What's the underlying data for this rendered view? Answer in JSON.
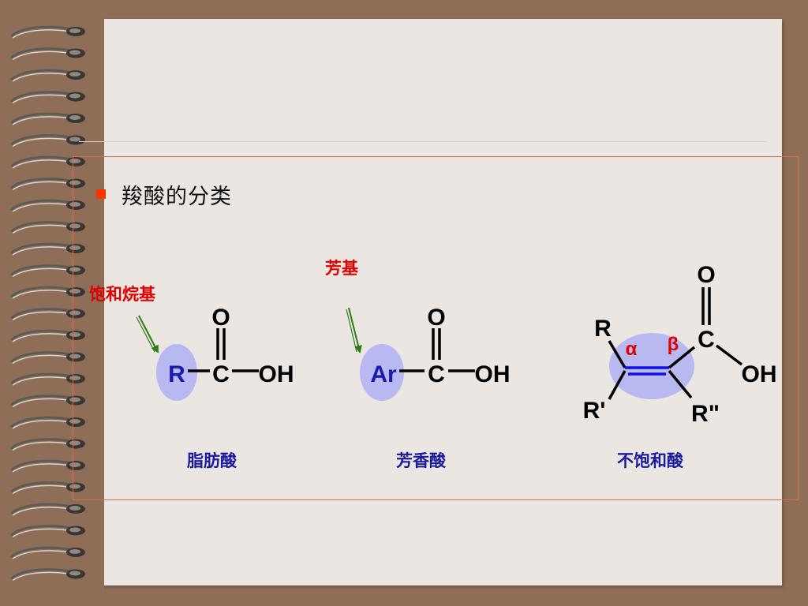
{
  "slide": {
    "heading": "羧酸的分类",
    "labels": {
      "saturated_alkyl": "饱和烷基",
      "aryl": "芳基",
      "fatty_acid": "脂肪酸",
      "aromatic_acid": "芳香酸",
      "unsaturated_acid": "不饱和酸"
    },
    "structures": {
      "aliphatic": {
        "r": "R",
        "c": "C",
        "o": "O",
        "oh": "OH"
      },
      "aromatic": {
        "ar": "Ar",
        "c": "C",
        "o": "O",
        "oh": "OH"
      },
      "unsaturated": {
        "r": "R",
        "r1": "R'",
        "r2": "R\"",
        "c": "C",
        "o": "O",
        "oh": "OH",
        "alpha": "α",
        "beta": "β"
      }
    }
  },
  "colors": {
    "background": "#8f6e58",
    "paper": "#ece6e2",
    "accent_red": "#e00000",
    "label_blue": "#1a1aa0",
    "highlight": "#b9b9f2",
    "arrow_green": "#2e7d14",
    "double_bond": "#1010e0"
  }
}
